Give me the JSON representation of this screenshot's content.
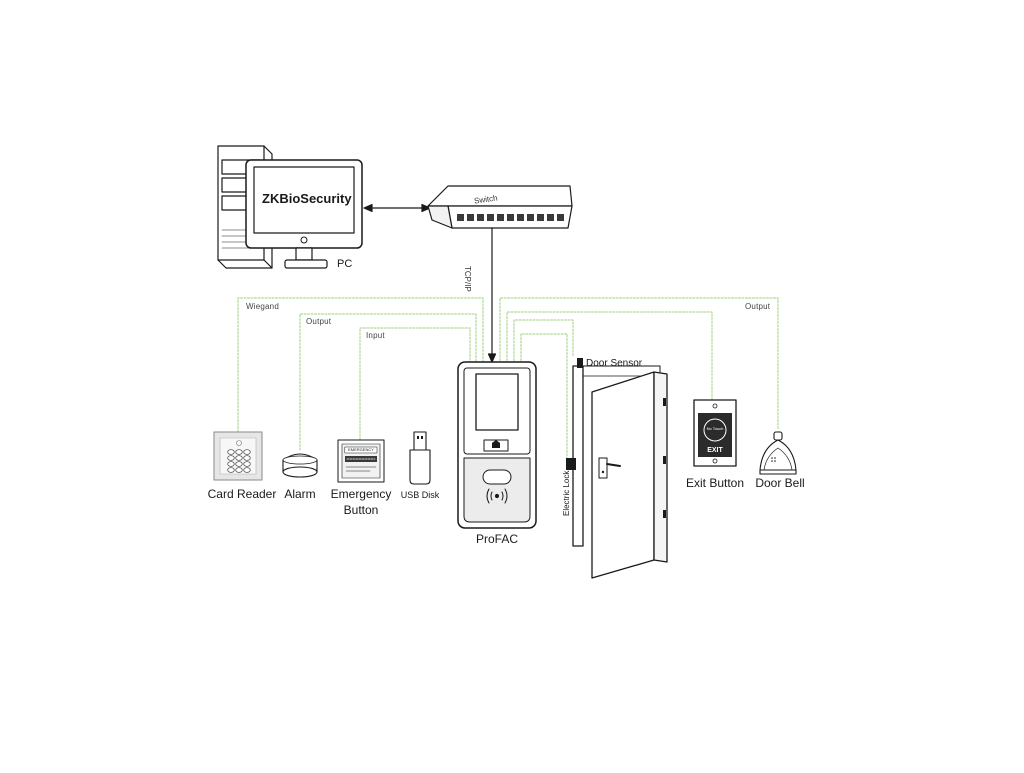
{
  "pc": {
    "screen_text": "ZKBioSecurity",
    "label": "PC"
  },
  "switch": {
    "label": "Switch"
  },
  "connection": {
    "tcpip": "TCP/IP"
  },
  "wires": {
    "wiegand": "Wiegand",
    "output_left": "Output",
    "input": "Input",
    "output_right": "Output"
  },
  "devices": {
    "card_reader": "Card Reader",
    "alarm": "Alarm",
    "emergency_line1": "Emergency",
    "emergency_line2": "Button",
    "emergency_sign": "EMERGENCY",
    "usb_disk": "USB Disk",
    "profac": "ProFAC",
    "door_sensor": "Door Sensor",
    "electric_lock": "Electric Lock",
    "exit_button": "Exit Button",
    "exit_face_text": "No Touch",
    "exit_sign": "EXIT",
    "door_bell": "Door Bell"
  },
  "colors": {
    "wire": "#9cd17b",
    "ink": "#1a1a1a",
    "device_dark": "#2b2b2b"
  }
}
